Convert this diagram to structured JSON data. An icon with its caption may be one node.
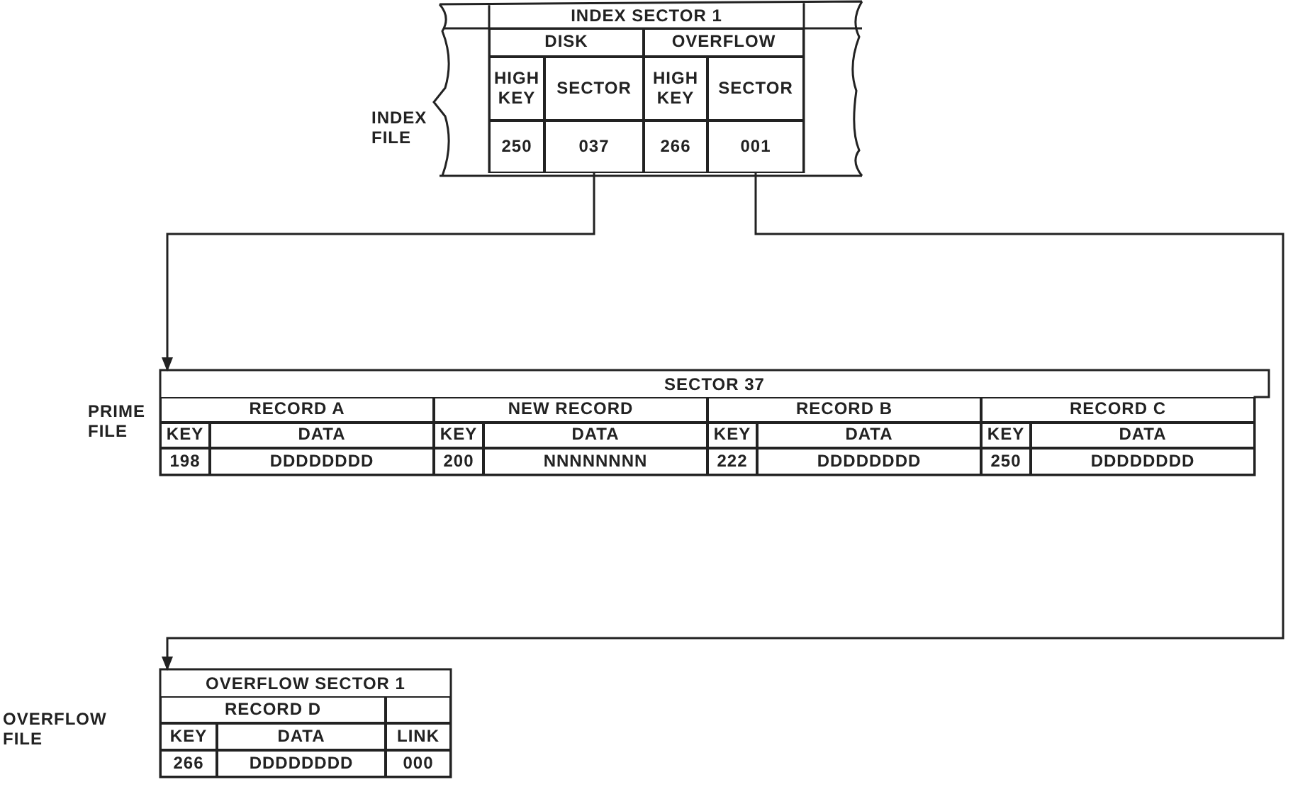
{
  "diagram": {
    "nodes": [
      {
        "text": [
          "INDEX SECTOR 1"
        ],
        "beside": [
          "INDEX FILE"
        ]
      },
      {
        "text": [
          "DISK"
        ],
        "in": 0
      },
      {
        "text": [
          "OVERFLOW"
        ],
        "in": 0
      },
      {
        "text": [
          "HIGH KEY"
        ],
        "in": 0
      },
      {
        "text": [
          "SECTOR"
        ],
        "in": 0
      },
      {
        "text": [
          "HIGH KEY"
        ],
        "in": 0
      },
      {
        "text": [
          "SECTOR"
        ],
        "in": 0
      },
      {
        "text": [
          "250"
        ],
        "in": 0
      },
      {
        "text": [
          "037"
        ],
        "in": 0
      },
      {
        "text": [
          "266"
        ],
        "in": 0
      },
      {
        "text": [
          "001"
        ],
        "in": 0
      },
      {
        "text": [
          "SECTOR 37"
        ],
        "beside": [
          "PRIME FILE"
        ]
      },
      {
        "text": [
          "RECORD A"
        ],
        "in": 11
      },
      {
        "text": [
          "NEW RECORD"
        ],
        "in": 11
      },
      {
        "text": [
          "RECORD B"
        ],
        "in": 11
      },
      {
        "text": [
          "RECORD C"
        ],
        "in": 11
      },
      {
        "text": [
          "KEY"
        ],
        "in": 11
      },
      {
        "text": [
          "DATA"
        ],
        "in": 11
      },
      {
        "text": [
          "KEY"
        ],
        "in": 11
      },
      {
        "text": [
          "DATA"
        ],
        "in": 11
      },
      {
        "text": [
          "KEY"
        ],
        "in": 11
      },
      {
        "text": [
          "DATA"
        ],
        "in": 11
      },
      {
        "text": [
          "KEY"
        ],
        "in": 11
      },
      {
        "text": [
          "DATA"
        ],
        "in": 11
      },
      {
        "text": [
          "198"
        ],
        "in": 11
      },
      {
        "text": [
          "DDDDDDDD"
        ],
        "in": 11
      },
      {
        "text": [
          "200"
        ],
        "in": 11
      },
      {
        "text": [
          "NNNNNNNN"
        ],
        "in": 11
      },
      {
        "text": [
          "222"
        ],
        "in": 11
      },
      {
        "text": [
          "DDDDDDDD"
        ],
        "in": 11
      },
      {
        "text": [
          "250"
        ],
        "in": 11
      },
      {
        "text": [
          "DDDDDDDD"
        ],
        "in": 11
      },
      {
        "text": [
          "OVERFLOW SECTOR 1"
        ],
        "beside": [
          "OVERFLOW FILE"
        ]
      },
      {
        "text": [
          "RECORD D"
        ],
        "in": 32
      },
      {
        "text": [],
        "shape": "box",
        "in": 32
      },
      {
        "text": [
          "KEY"
        ],
        "in": 32
      },
      {
        "text": [
          "DATA"
        ],
        "in": 32
      },
      {
        "text": [
          "LINK"
        ],
        "in": 32
      },
      {
        "text": [
          "266"
        ],
        "in": 32
      },
      {
        "text": [
          "DDDDDDDD"
        ],
        "in": 32
      },
      {
        "text": [
          "000"
        ],
        "in": 32
      }
    ],
    "edges": [
      {
        "from": 8,
        "to": 11,
        "arrow": "to"
      },
      {
        "from": 10,
        "to": 32,
        "arrow": "to"
      }
    ]
  }
}
